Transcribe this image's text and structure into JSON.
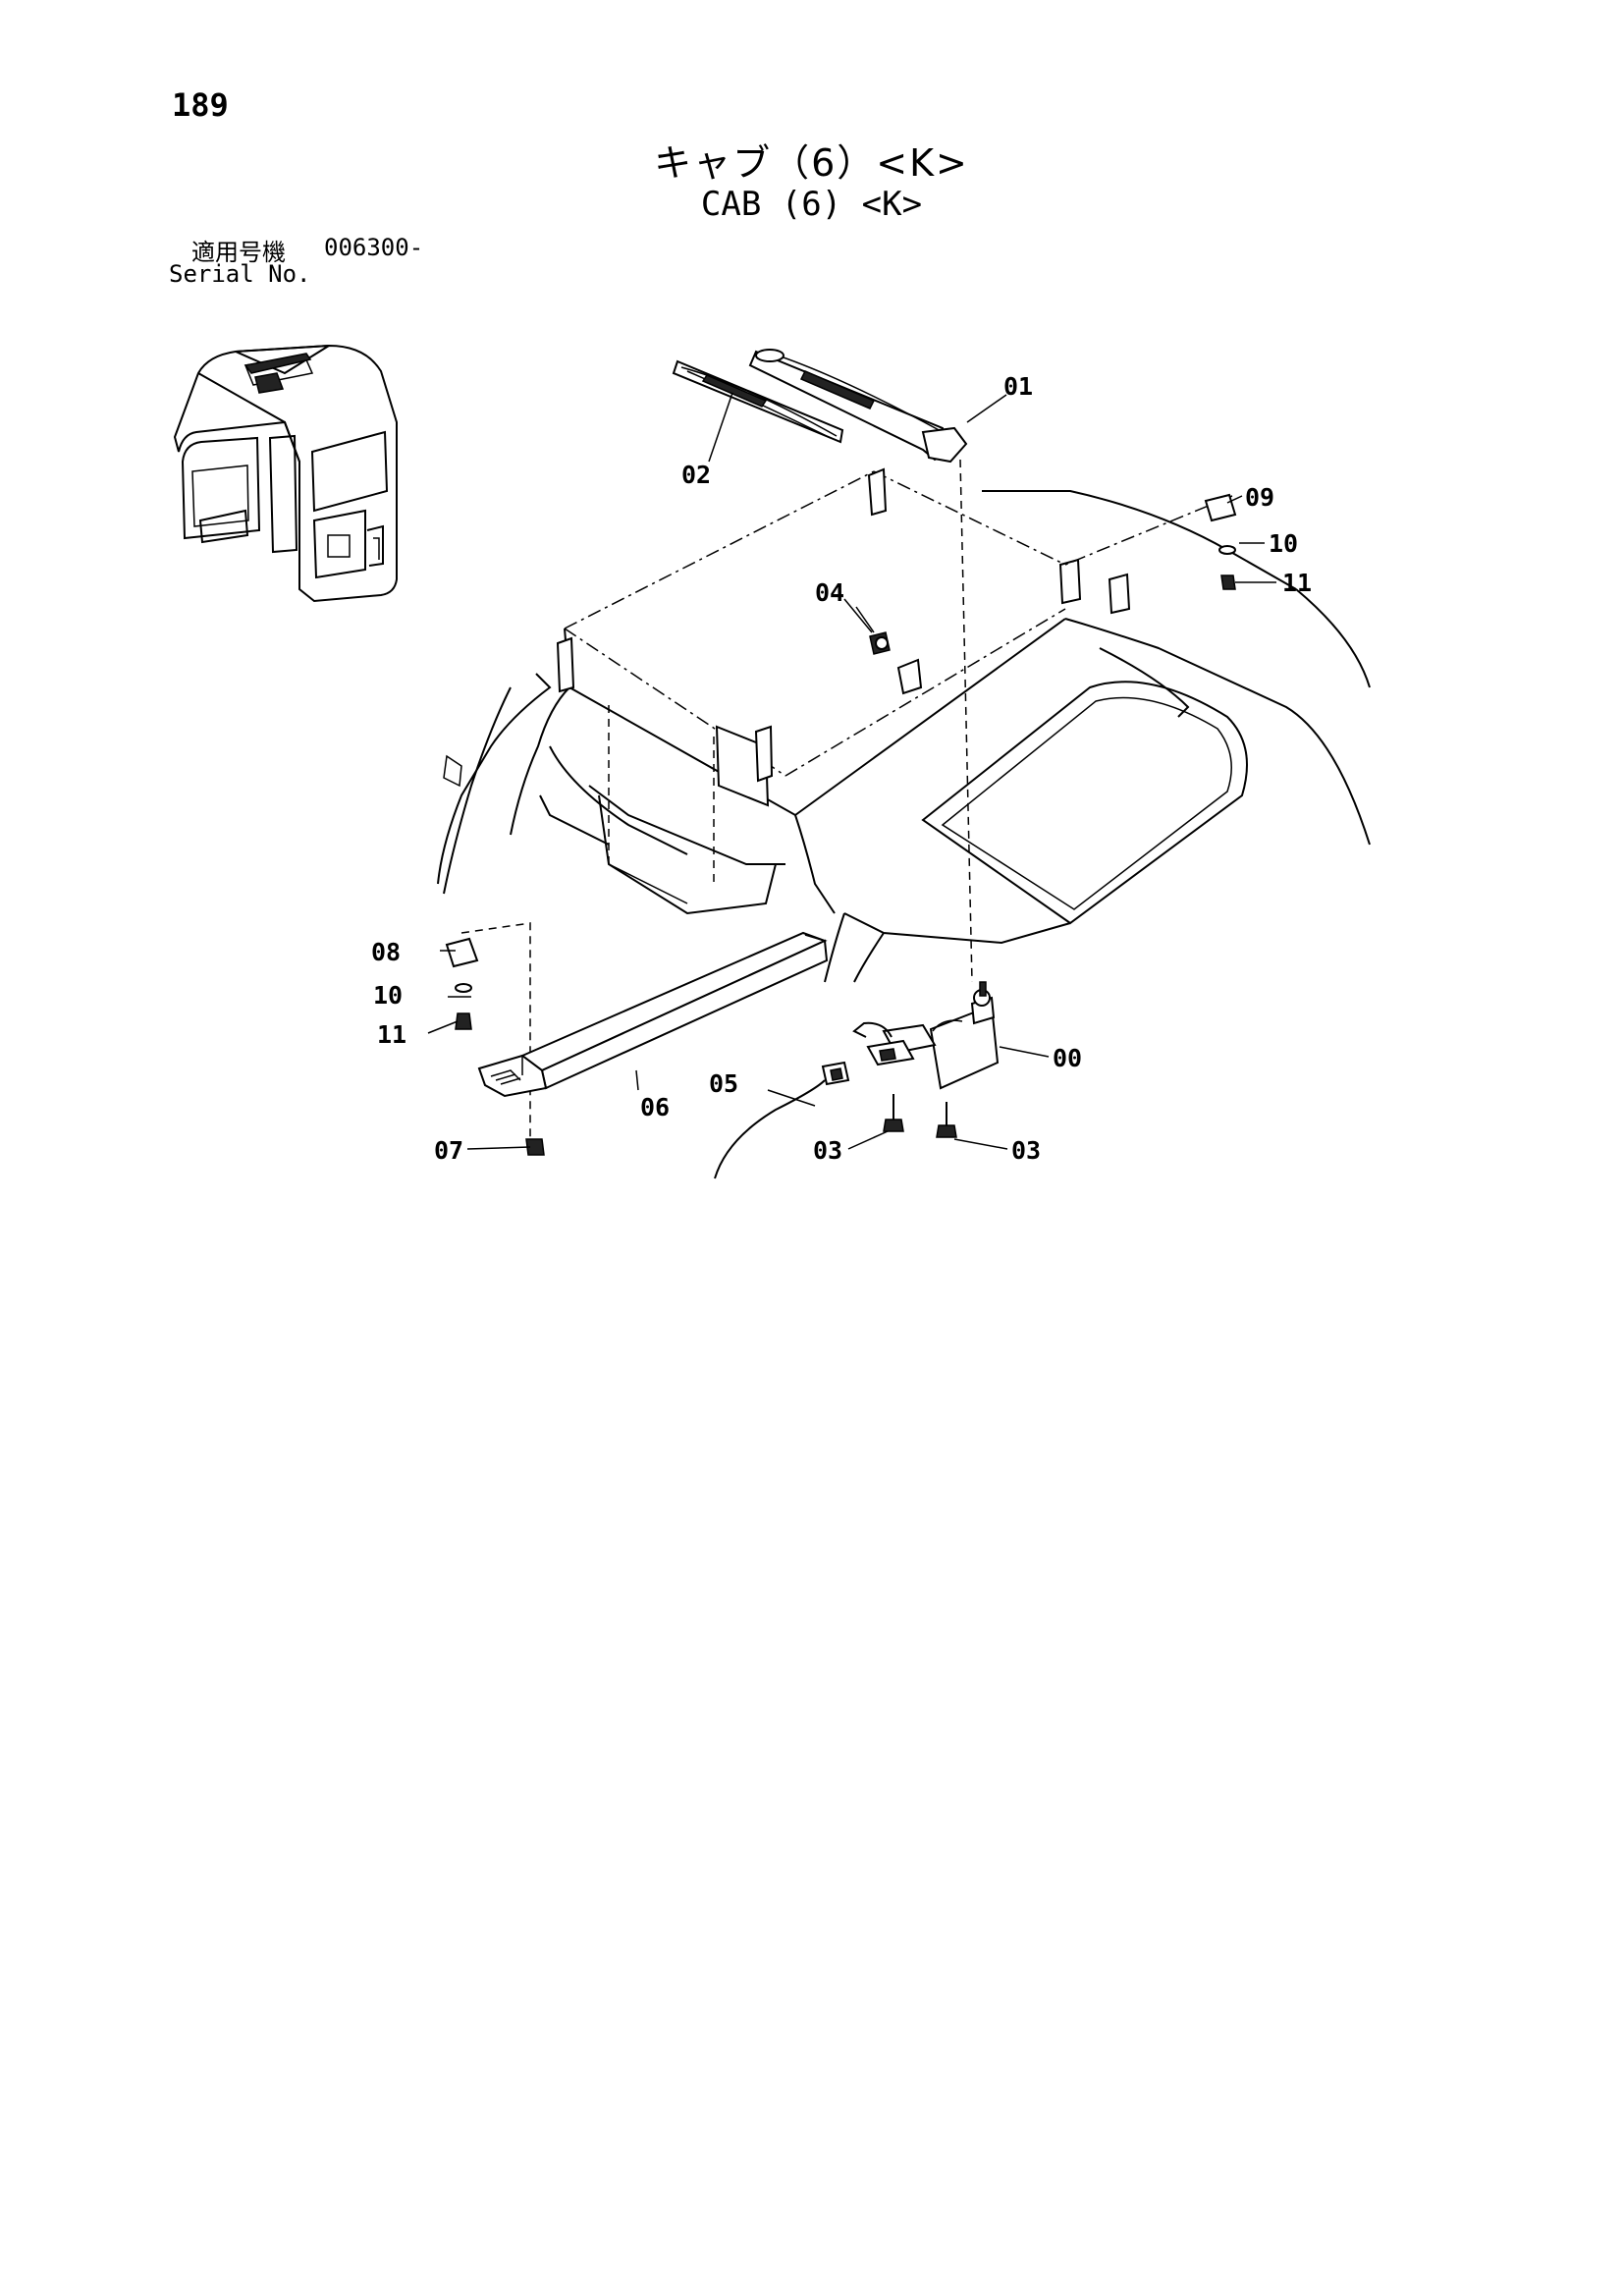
{
  "page": {
    "number": "189",
    "title_jp": "キャブ（6）<K>",
    "title_en": "CAB (6) <K>"
  },
  "serial": {
    "label_jp": "適用号機",
    "value": "006300-",
    "label_en": "Serial No."
  },
  "callouts": {
    "p00": "00",
    "p01": "01",
    "p02": "02",
    "p03a": "03",
    "p03b": "03",
    "p04": "04",
    "p05": "05",
    "p06": "06",
    "p07": "07",
    "p08": "08",
    "p09": "09",
    "p10a": "10",
    "p10b": "10",
    "p11a": "11",
    "p11b": "11"
  }
}
